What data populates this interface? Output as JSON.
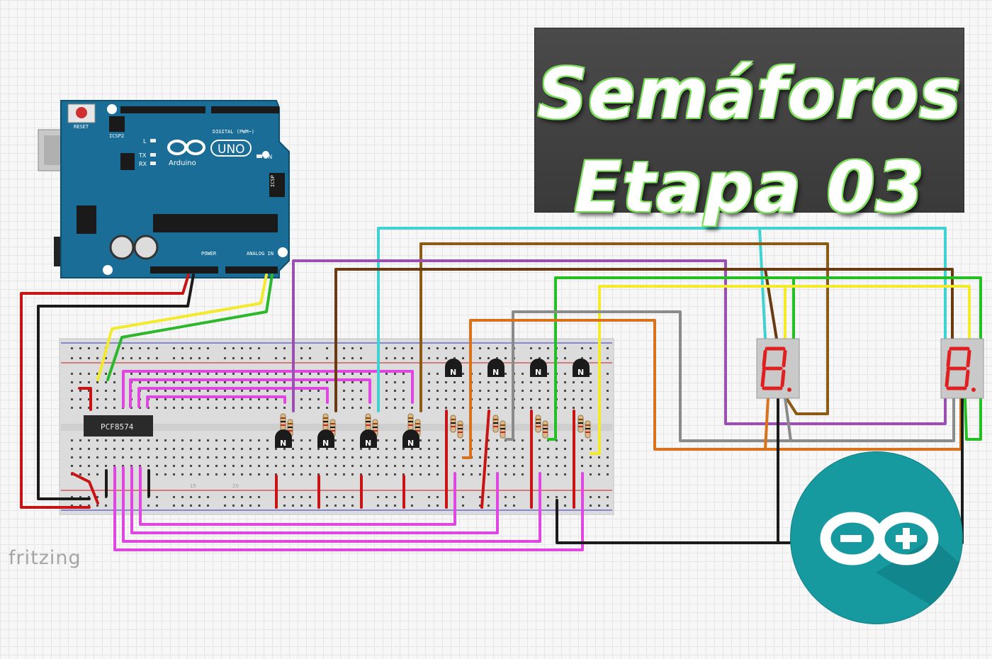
{
  "title": {
    "line1": "Semáforos",
    "line2": "Etapa 03"
  },
  "watermark": "fritzing",
  "board": {
    "name": "UNO",
    "brand": "Arduino",
    "labels": {
      "reset": "RESET",
      "icsp2": "ICSP2",
      "icsp": "ICSP",
      "digital": "DIGITAL (PWM~)",
      "power": "POWER",
      "analog": "ANALOG IN",
      "l": "L",
      "tx": "TX",
      "rx": "RX",
      "on": "ON"
    }
  },
  "chip": {
    "label": "PCF8574"
  },
  "transistor_label": "N",
  "breadboard_numbers": [
    "15",
    "20"
  ],
  "wire_colors": {
    "red": "#c81414",
    "black": "#1b1b1b",
    "yellow": "#f2ea2a",
    "green": "#2bb82b",
    "magenta": "#e046e0",
    "cyan": "#3fd2d2",
    "brown": "#8b5a14",
    "dark_brown": "#6a3a10",
    "purple": "#9b4fb0",
    "orange": "#d8731c",
    "gray": "#8a8a8a",
    "lime": "#22c022"
  },
  "accent": {
    "logo": "#169aa0",
    "board": "#1a6d96",
    "title_bg": "#404040",
    "title_glow": "#7fe05e"
  }
}
